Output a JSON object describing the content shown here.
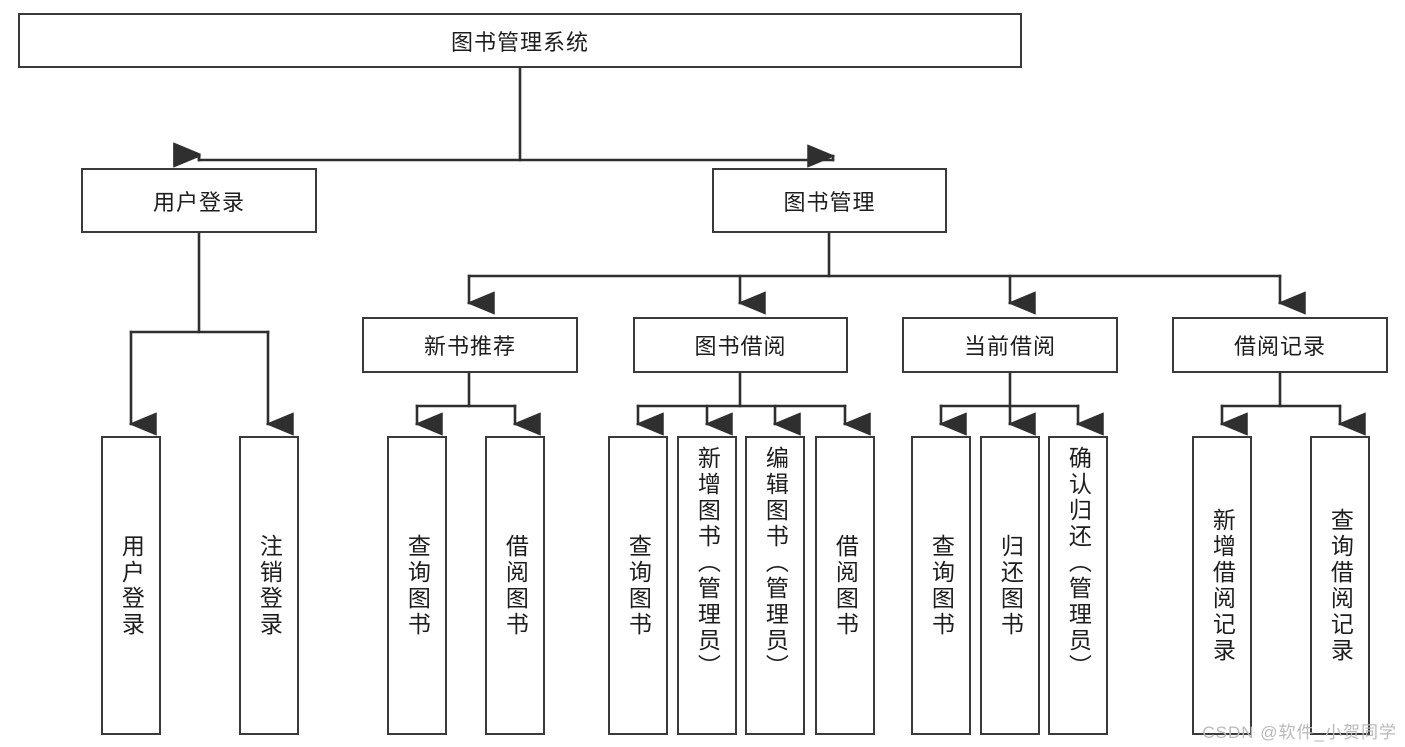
{
  "diagram": {
    "type": "tree",
    "title": "图书管理系统",
    "watermark": "CSDN @软件_小贺同学",
    "colors": {
      "box_border": "#3a3a3a",
      "box_fill": "#ffffff",
      "connector": "#2f2f2f",
      "text": "#1d1d1d",
      "watermark": "#b9b9b9",
      "background": "#ffffff"
    },
    "levels": {
      "level1": [
        {
          "id": "root",
          "label": "图书管理系统"
        }
      ],
      "level2": [
        {
          "id": "user-login",
          "label": "用户登录"
        },
        {
          "id": "book-manage",
          "label": "图书管理"
        }
      ],
      "level3": [
        {
          "id": "new-book-rec",
          "label": "新书推荐",
          "parent": "book-manage"
        },
        {
          "id": "book-borrow",
          "label": "图书借阅",
          "parent": "book-manage"
        },
        {
          "id": "current-borrow",
          "label": "当前借阅",
          "parent": "book-manage"
        },
        {
          "id": "borrow-record",
          "label": "借阅记录",
          "parent": "book-manage"
        }
      ],
      "leaves": [
        {
          "id": "leaf-user-login",
          "label": "用户登录",
          "parent": "user-login"
        },
        {
          "id": "leaf-logout",
          "label": "注销登录",
          "parent": "user-login"
        },
        {
          "id": "leaf-query-book-1",
          "label": "查询图书",
          "parent": "new-book-rec"
        },
        {
          "id": "leaf-borrow-book-1",
          "label": "借阅图书",
          "parent": "new-book-rec"
        },
        {
          "id": "leaf-query-book-2",
          "label": "查询图书",
          "parent": "book-borrow"
        },
        {
          "id": "leaf-add-book",
          "label": "新增图书（管理员）",
          "parent": "book-borrow"
        },
        {
          "id": "leaf-edit-book",
          "label": "编辑图书（管理员）",
          "parent": "book-borrow"
        },
        {
          "id": "leaf-borrow-book-2",
          "label": "借阅图书",
          "parent": "book-borrow"
        },
        {
          "id": "leaf-query-book-3",
          "label": "查询图书",
          "parent": "current-borrow"
        },
        {
          "id": "leaf-return-book",
          "label": "归还图书",
          "parent": "current-borrow"
        },
        {
          "id": "leaf-confirm-return",
          "label": "确认归还（管理员）",
          "parent": "current-borrow"
        },
        {
          "id": "leaf-add-record",
          "label": "新增借阅记录",
          "parent": "borrow-record"
        },
        {
          "id": "leaf-query-record",
          "label": "查询借阅记录",
          "parent": "borrow-record"
        }
      ]
    }
  }
}
